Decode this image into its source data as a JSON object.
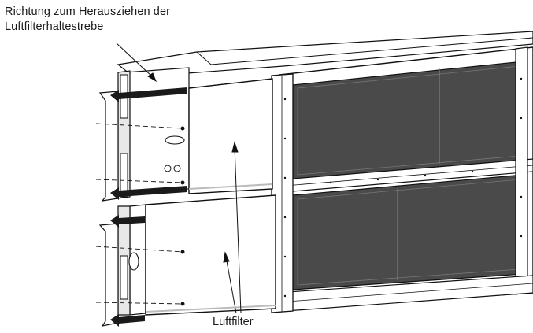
{
  "callouts": {
    "strut_direction": {
      "line1": "Richtung zum Herausziehen der",
      "line2": "Luftfilterhaltestrebe"
    },
    "air_filter": "Luftfilter"
  },
  "colors": {
    "line": "#111111",
    "panel": "#ffffff",
    "shade": "#dcdcdc",
    "dark_panel": "#4a4a4a",
    "arrow": "#1a1a1a"
  }
}
